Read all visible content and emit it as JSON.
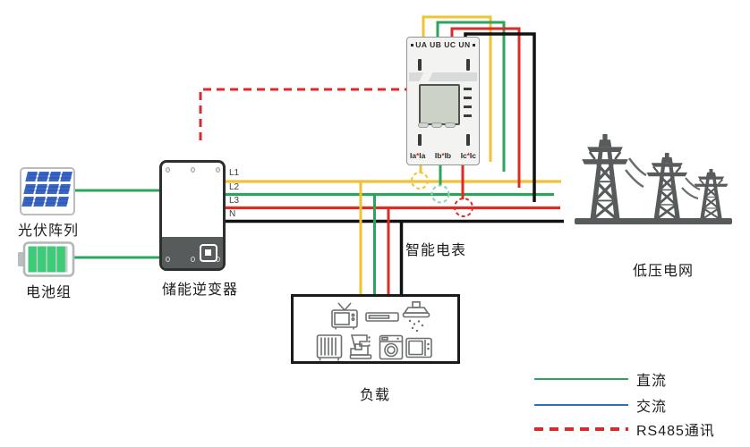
{
  "labels": {
    "pv": "光伏阵列",
    "battery": "电池组",
    "inverter": "储能逆变器",
    "meter": "智能电表",
    "load": "负载",
    "grid": "低压电网"
  },
  "bus": {
    "l1": "L1",
    "l2": "L2",
    "l3": "L3",
    "n": "N"
  },
  "meter": {
    "top_terminals": "UA UB UC UN",
    "ct": [
      {
        "l": "Ia",
        "s": "*",
        "r": "Ia"
      },
      {
        "l": "Ib",
        "s": "*",
        "r": "Ib"
      },
      {
        "l": "Ic",
        "s": "*",
        "r": "Ic"
      }
    ]
  },
  "legend": {
    "dc": "直流",
    "ac": "交流",
    "rs485": "RS485通讯"
  },
  "colors": {
    "phase_l1_yellow": "#F1C232",
    "phase_l2_green": "#2BA55C",
    "phase_l3_red": "#DD2B26",
    "neutral_black": "#111111",
    "dc_green": "#2BA55C",
    "ac_blue": "#2D6FC0",
    "rs485_red": "#D92B2B",
    "tower_gray": "#575B5B"
  },
  "load_appliances": [
    "tv",
    "dvd-player",
    "range-hood",
    "heater",
    "coffee-machine",
    "washing-machine",
    "microwave"
  ]
}
